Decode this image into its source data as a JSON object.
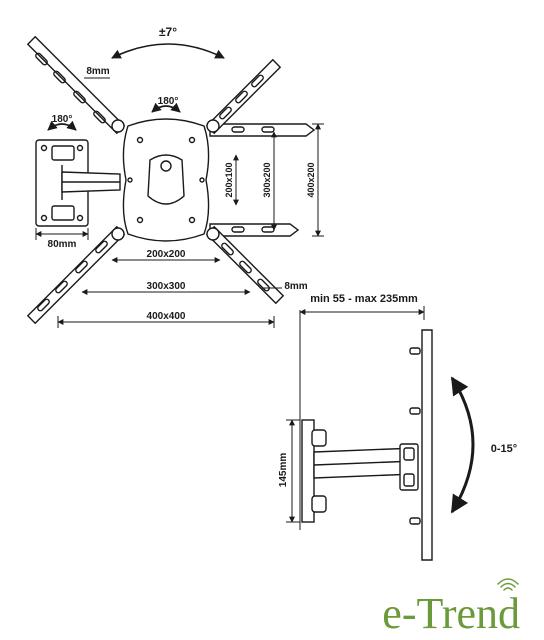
{
  "front_view": {
    "tilt_range": "±7°",
    "rotation_bracket": "180°",
    "rotation_wall": "180°",
    "arm_width_top": "8mm",
    "arm_width_bottom": "8mm",
    "wall_plate_width": "80mm",
    "vesa_200x200": "200x200",
    "vesa_300x300": "300x300",
    "vesa_400x400": "400x400",
    "vesa_200x100": "200x100",
    "vesa_300x200": "300x200",
    "vesa_400x200": "400x200"
  },
  "side_view": {
    "extension_range": "min 55 - max 235mm",
    "wall_plate_height": "145mm",
    "tilt_angle": "0-15°"
  },
  "brand": {
    "prefix": "e-",
    "name": "Trend",
    "color": "#6a9a3a"
  }
}
